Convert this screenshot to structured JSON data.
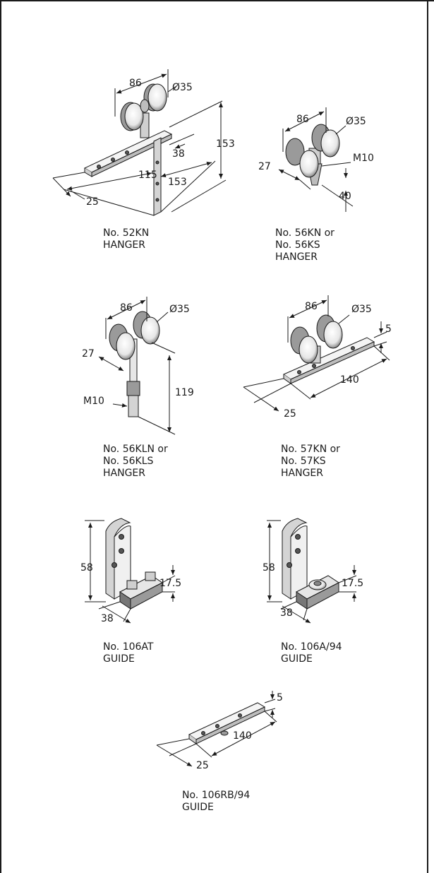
{
  "parts": [
    {
      "id": "52kn",
      "caption": [
        "No. 52KN",
        "HANGER"
      ],
      "dims": {
        "width": "86",
        "wheel": "Ø35",
        "height": "153",
        "offset": "38",
        "length": "153",
        "spacing": "115",
        "plate_width": "25"
      }
    },
    {
      "id": "56kn",
      "caption": [
        "No. 56KN or",
        "No. 56KS",
        "HANGER"
      ],
      "dims": {
        "width": "86",
        "wheel": "Ø35",
        "thread": "M10",
        "depth": "27",
        "height": "40"
      }
    },
    {
      "id": "56kln",
      "caption": [
        "No. 56KLN or",
        "No. 56KLS",
        "HANGER"
      ],
      "dims": {
        "width": "86",
        "wheel": "Ø35",
        "depth": "27",
        "thread": "M10",
        "height": "119"
      }
    },
    {
      "id": "57kn",
      "caption": [
        "No. 57KN or",
        "No. 57KS",
        "HANGER"
      ],
      "dims": {
        "width": "86",
        "wheel": "Ø35",
        "thickness": "5",
        "length": "140",
        "plate_width": "25"
      }
    },
    {
      "id": "106at",
      "caption": [
        "No. 106AT",
        "GUIDE"
      ],
      "dims": {
        "height": "58",
        "base_height": "17.5",
        "depth": "38"
      }
    },
    {
      "id": "106a94",
      "caption": [
        "No. 106A/94",
        "GUIDE"
      ],
      "dims": {
        "height": "58",
        "base_height": "17.5",
        "depth": "38"
      }
    },
    {
      "id": "106rb94",
      "caption": [
        "No. 106RB/94",
        "GUIDE"
      ],
      "dims": {
        "thickness": "5",
        "length": "140",
        "plate_width": "25"
      }
    }
  ]
}
